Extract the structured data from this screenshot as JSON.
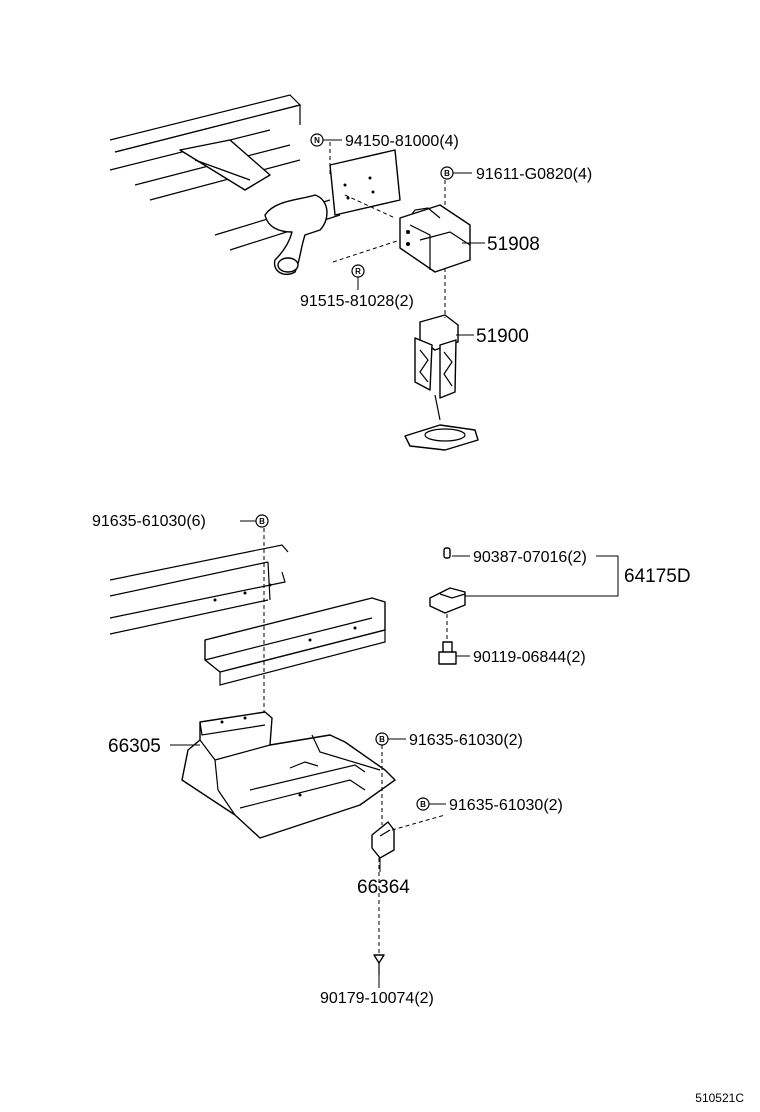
{
  "diagram_id": "510521C",
  "upper_group": {
    "callouts": [
      {
        "part_number": "94150-81000(4)",
        "symbol": "N"
      },
      {
        "part_number": "91611-G0820(4)",
        "symbol": "B"
      },
      {
        "part_number": "51908"
      },
      {
        "part_number": "91515-81028(2)",
        "symbol": "R"
      },
      {
        "part_number": "51900"
      }
    ]
  },
  "lower_group": {
    "callouts": [
      {
        "part_number": "91635-61030(6)",
        "symbol": "B"
      },
      {
        "part_number": "90387-07016(2)"
      },
      {
        "part_number": "64175D"
      },
      {
        "part_number": "90119-06844(2)"
      },
      {
        "part_number": "66305"
      },
      {
        "part_number": "91635-61030(2)",
        "symbol": "B"
      },
      {
        "part_number": "91635-61030(2)",
        "symbol": "B"
      },
      {
        "part_number": "66364"
      },
      {
        "part_number": "90179-10074(2)"
      }
    ]
  }
}
